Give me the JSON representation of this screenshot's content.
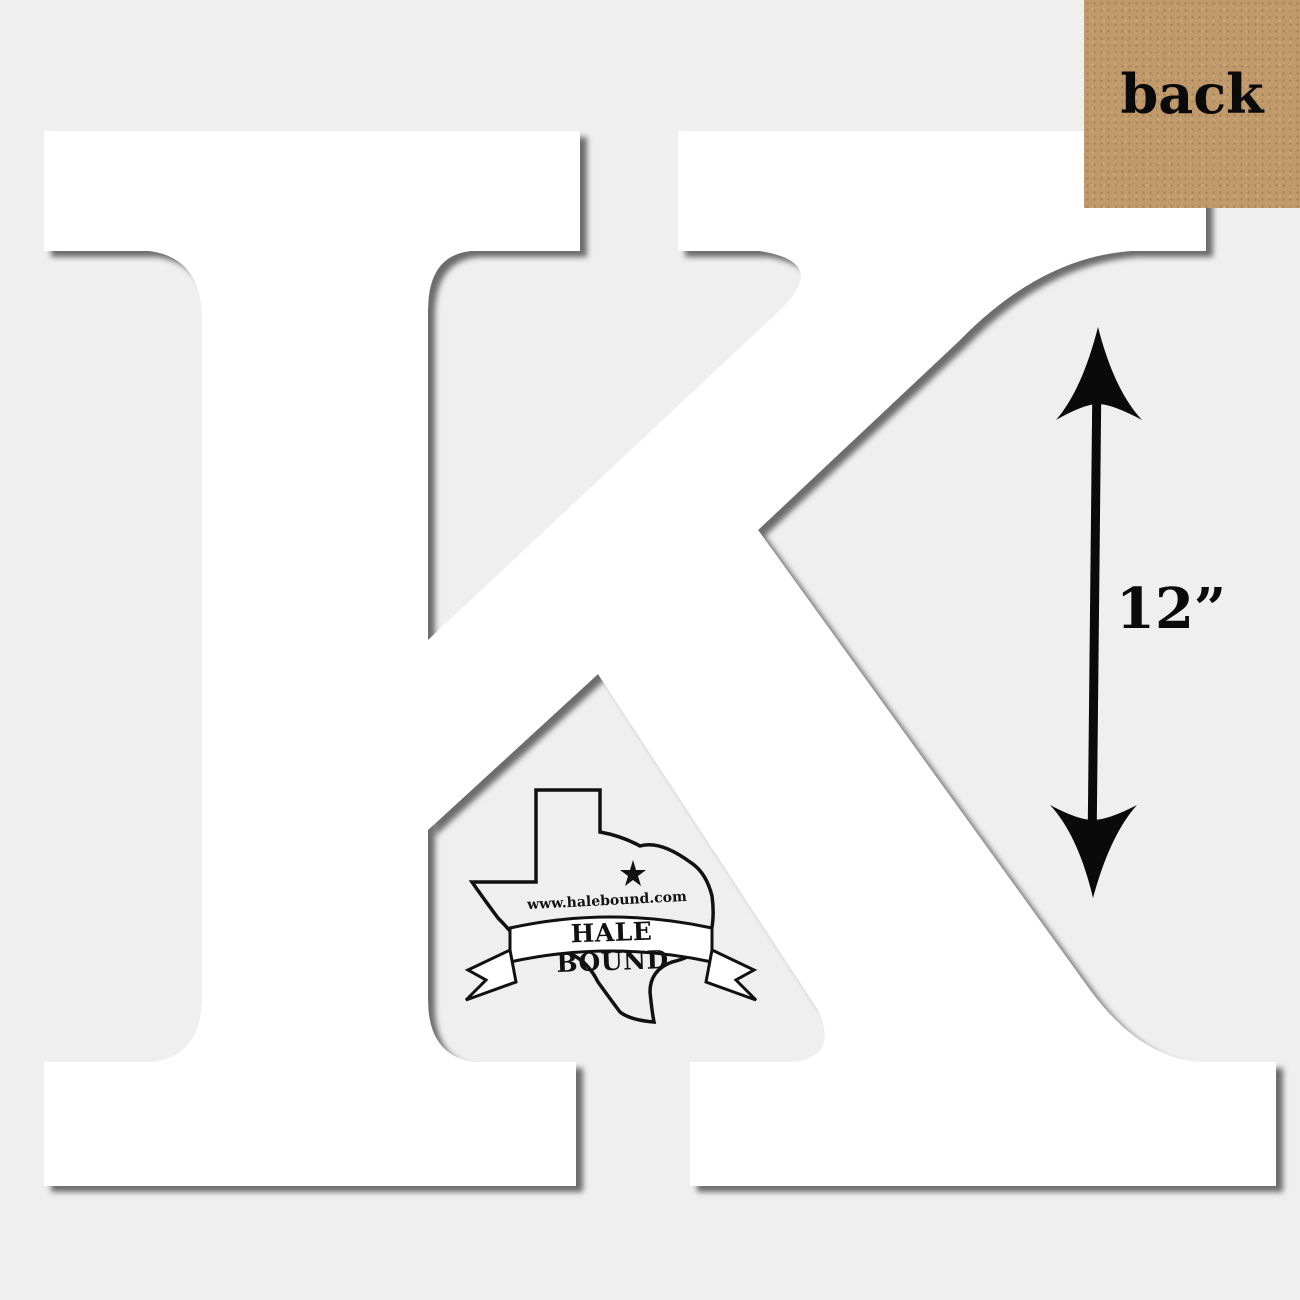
{
  "product": {
    "letter": "K",
    "letter_color": "#ffffff",
    "background_color": "#efefef"
  },
  "back_swatch": {
    "label": "back",
    "color": "#c09a6b"
  },
  "dimension": {
    "label": "12”",
    "arrow_icon": "double-headed-vertical-arrow"
  },
  "logo": {
    "url_text": "www.halebound.com",
    "brand_text": "HALE BOUND",
    "icon": "texas-outline-with-star"
  }
}
